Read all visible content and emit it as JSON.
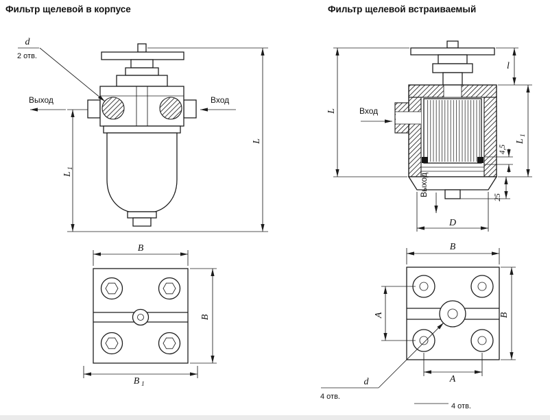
{
  "titles": {
    "left": "Фильтр щелевой в корпусе",
    "right": "Фильтр щелевой встраиваемый"
  },
  "left": {
    "front": {
      "d": "d",
      "holes": "2 отв.",
      "outlet": "Выход",
      "inlet": "Вход",
      "L": "L",
      "L1": {
        "letter": "L",
        "sub": "1"
      }
    },
    "plan": {
      "B_top": "B",
      "B_side": "B",
      "B1": {
        "letter": "B",
        "sub": "1"
      }
    }
  },
  "right": {
    "section": {
      "inlet": "Вход",
      "outlet": "Выход",
      "l": "l",
      "L": "L",
      "L1": {
        "letter": "L",
        "sub": "1"
      },
      "h45": "4,5",
      "h25": "25",
      "D": "D"
    },
    "plan": {
      "B_top": "B",
      "A_left": "A",
      "B_side": "B",
      "A_bottom": "A",
      "d": "d",
      "holes": "4 отв.",
      "holes2": "4 отв."
    }
  }
}
